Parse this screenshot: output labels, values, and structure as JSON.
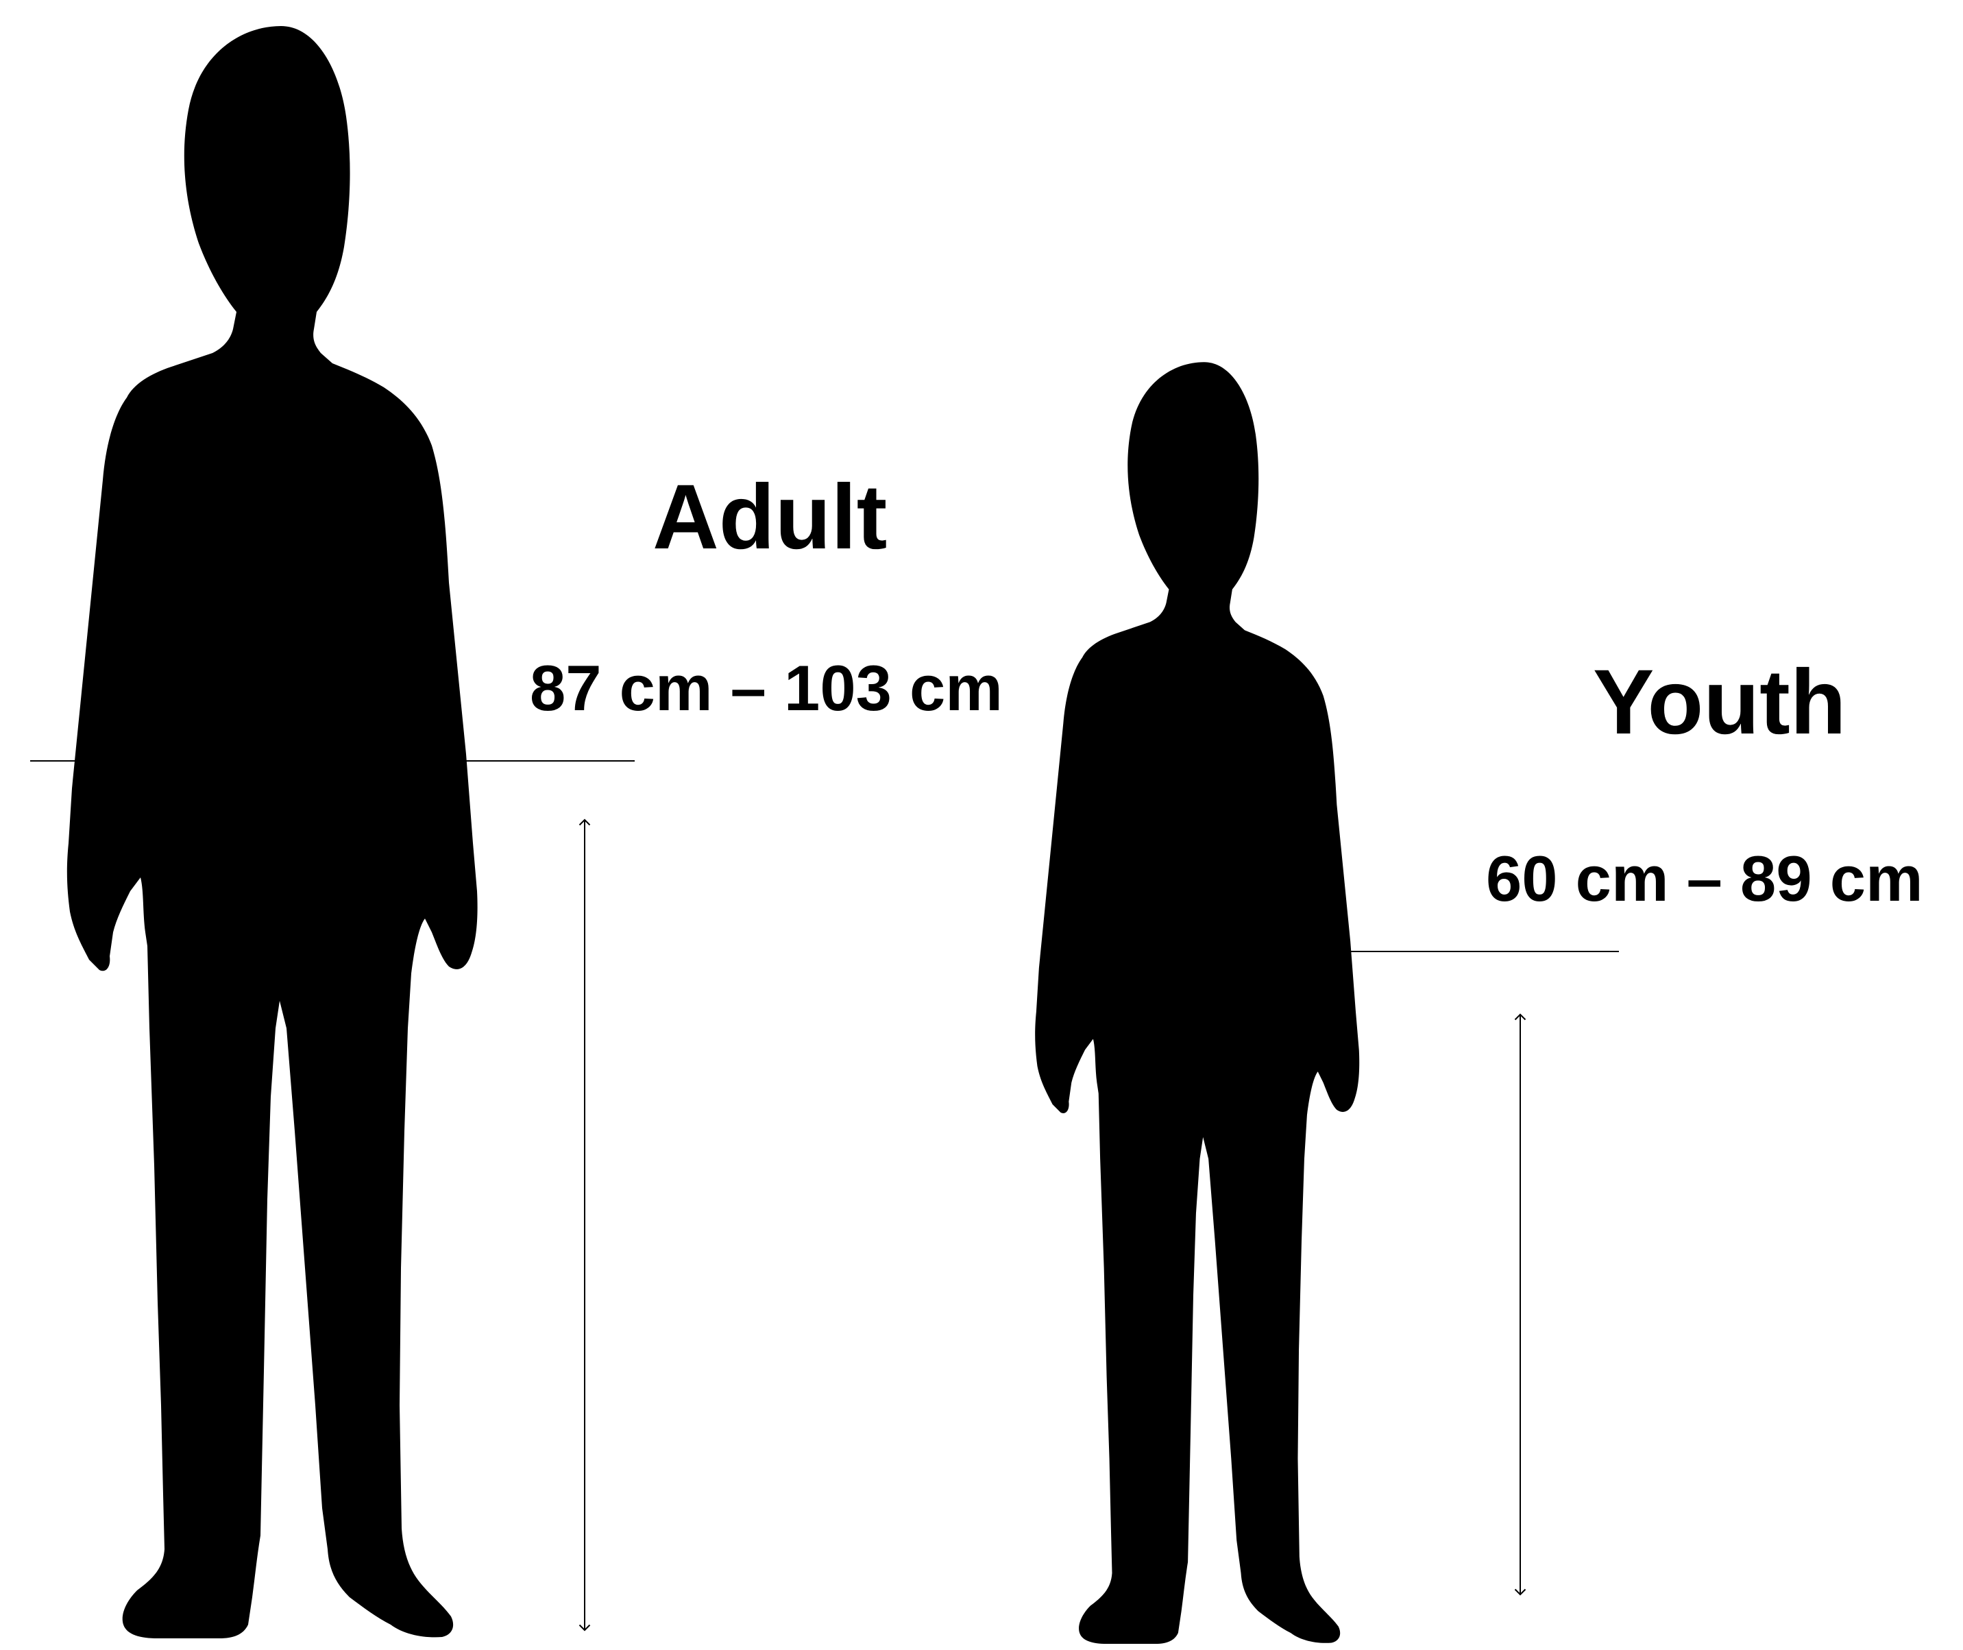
{
  "figures": [
    {
      "id": "adult",
      "category_label": "Adult",
      "range_label": "87 cm – 103 cm",
      "range_min_cm": 87,
      "range_max_cm": 103
    },
    {
      "id": "youth",
      "category_label": "Youth",
      "range_label": "60 cm – 89 cm",
      "range_min_cm": 60,
      "range_max_cm": 89
    }
  ],
  "colors": {
    "silhouette": "#000000",
    "background": "#ffffff",
    "guide_line": "#000000"
  },
  "icons": {
    "adult_figure": "person-silhouette-icon",
    "youth_figure": "person-silhouette-icon",
    "measure_arrow": "double-arrow-icon"
  }
}
